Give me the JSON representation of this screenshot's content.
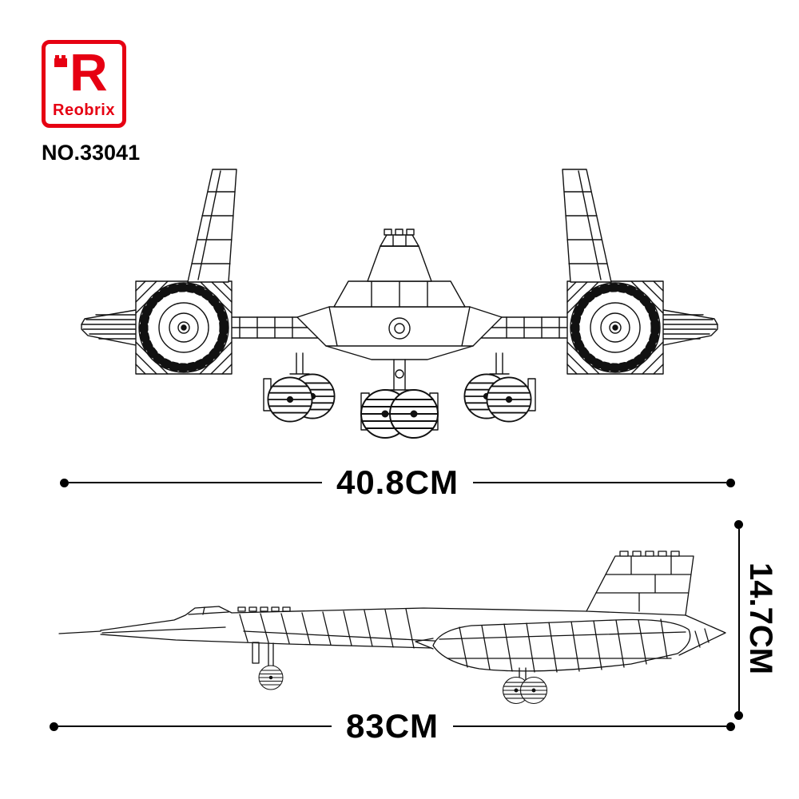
{
  "brand": {
    "logo_letter": "R",
    "logo_name": "Reobrix",
    "model_number": "NO.33041",
    "accent_color": "#e60012"
  },
  "dimensions": {
    "width_label": "40.8CM",
    "height_label": "14.7CM",
    "length_label": "83CM"
  },
  "drawing": {
    "line_color": "#111111",
    "views": [
      "aircraft-front-view",
      "aircraft-side-view"
    ]
  }
}
